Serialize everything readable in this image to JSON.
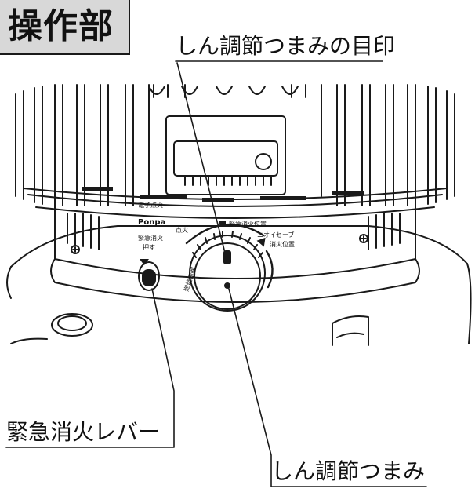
{
  "title": "操作部",
  "callouts": {
    "wick_knob_mark": "しん調節つまみの目印",
    "emergency_lever": "緊急消火レバー",
    "wick_knob": "しん調節つまみ"
  },
  "panel_labels": {
    "brand_top": "電子点火",
    "brand": "Ponpa",
    "lever_top": "緊急消火",
    "lever_bottom": "押す",
    "ignite": "点火",
    "emergency_position": "緊急消火位置",
    "odor_safe": "ニオイセーブ",
    "off_position": "消火位置",
    "burn_range": "燃焼範囲"
  }
}
